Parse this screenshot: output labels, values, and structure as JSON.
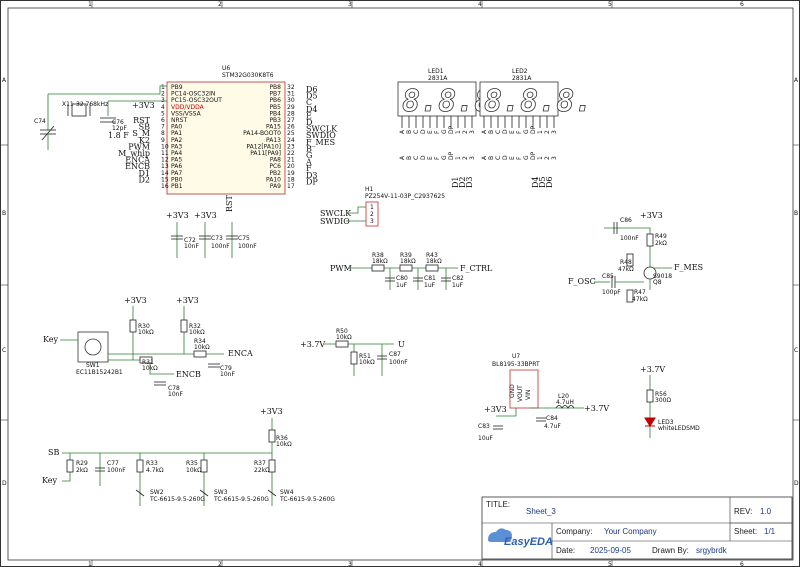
{
  "ruler": {
    "cols": [
      "1",
      "2",
      "3",
      "4",
      "5",
      "6"
    ],
    "rows": [
      "A",
      "B",
      "C",
      "D"
    ]
  },
  "u6": {
    "ref": "U6",
    "part": "STM32G030K8T6",
    "left_pins": [
      "PB9",
      "PC14-OSC32IN",
      "PC15-OSC32OUT",
      "VDD/VDDA",
      "VSS/VSSA",
      "NRST",
      "PA0",
      "PA1",
      "PA2",
      "PA3",
      "PA4",
      "PA5",
      "PA6",
      "PA7",
      "PB0",
      "PB1"
    ],
    "left_nums": [
      "1",
      "2",
      "3",
      "4",
      "5",
      "6",
      "7",
      "8",
      "9",
      "10",
      "11",
      "12",
      "13",
      "14",
      "15",
      "16"
    ],
    "right_pins": [
      "PB8",
      "PB7",
      "PB6",
      "PB5",
      "PB4",
      "PB3",
      "PA15",
      "PA14-BOOT0",
      "PA13",
      "PA12[PA10]",
      "PA11[PA9]",
      "PA8",
      "PC6",
      "PB2",
      "PA10",
      "PA9"
    ],
    "right_nums": [
      "32",
      "31",
      "30",
      "29",
      "28",
      "27",
      "26",
      "25",
      "24",
      "23",
      "22",
      "21",
      "20",
      "19",
      "18",
      "17"
    ],
    "left_nets": [
      "RST",
      "SB",
      "S_M",
      "K2",
      "PWM",
      "M_whip",
      "ENCA",
      "ENCB",
      "D1",
      "D2"
    ],
    "right_nets": [
      "D6",
      "D5",
      "C",
      "D4",
      "E",
      "D",
      "SWCLK",
      "SWDIO",
      "F_MES",
      "B",
      "G",
      "A",
      "F",
      "D3",
      "DP"
    ],
    "vdd_net": "+3V3"
  },
  "x11": {
    "ref": "X11",
    "value": "32.768kHz"
  },
  "c74": {
    "ref": "C74"
  },
  "c76": {
    "ref": "C76",
    "value": "12pF",
    "alt": "1.8 F"
  },
  "leds": [
    {
      "ref": "LED1",
      "part": "2831A",
      "digits": "8.8.8."
    },
    {
      "ref": "LED2",
      "part": "2831A",
      "digits": "8.8.8."
    }
  ],
  "led_pins": [
    "A",
    "B",
    "C",
    "D",
    "E",
    "F",
    "G",
    "DP",
    "1",
    "2",
    "3"
  ],
  "led_nets_bottom": [
    "D1",
    "D2",
    "D3",
    "D4",
    "D5",
    "D6"
  ],
  "h1": {
    "ref": "H1",
    "part": "PZ254V-11-03P_C2937625",
    "nets": [
      "SWCLK",
      "SWDIO"
    ],
    "pins": [
      "1",
      "2",
      "3"
    ]
  },
  "decoupling": [
    {
      "net": "+3V3",
      "ref": "C72",
      "value": "10nF"
    },
    {
      "net": "+3V3",
      "ref": "C73",
      "value": "100nF"
    },
    {
      "net": "RST",
      "ref": "C75",
      "value": "100nF"
    }
  ],
  "filter": {
    "in_net": "PWM",
    "out_net": "F_CTRL",
    "resistors": [
      {
        "ref": "R38",
        "value": "18kΩ"
      },
      {
        "ref": "R39",
        "value": "18kΩ"
      },
      {
        "ref": "R43",
        "value": "18kΩ"
      }
    ],
    "caps": [
      {
        "ref": "C80",
        "value": "1uF"
      },
      {
        "ref": "C81",
        "value": "1uF"
      },
      {
        "ref": "C82",
        "value": "1uF"
      }
    ]
  },
  "osc": {
    "net_vcc": "+3V3",
    "c86": {
      "ref": "C86",
      "value": "100nF"
    },
    "r49": {
      "ref": "R49",
      "value": "2kΩ"
    },
    "r48": {
      "ref": "R48",
      "value": "47kΩ"
    },
    "r47": {
      "ref": "R47",
      "value": "47kΩ"
    },
    "c85": {
      "ref": "C85",
      "value": "100pF"
    },
    "q": {
      "ref": "Q8",
      "part": "S9018"
    },
    "in_net": "F_OSC",
    "out_net": "F_MES"
  },
  "encoder": {
    "vcc": "+3V3",
    "r30": {
      "ref": "R30",
      "value": "10kΩ"
    },
    "r32": {
      "ref": "R32",
      "value": "10kΩ"
    },
    "r31": {
      "ref": "R31",
      "value": "10kΩ"
    },
    "r34": {
      "ref": "R34",
      "value": "10kΩ"
    },
    "c78": {
      "ref": "C78",
      "value": "10nF"
    },
    "c79": {
      "ref": "C79",
      "value": "10nF"
    },
    "sw": {
      "ref": "SW1",
      "part": "EC11B15242B1"
    },
    "key_net": "Key",
    "enca": "ENCA",
    "encb": "ENCB"
  },
  "divider": {
    "in_net": "+3.7V",
    "out_net": "U",
    "r50": {
      "ref": "R50",
      "value": "10kΩ"
    },
    "r51": {
      "ref": "R51",
      "value": "10kΩ"
    },
    "c87": {
      "ref": "C87",
      "value": "100nF"
    }
  },
  "boost": {
    "u7": {
      "ref": "U7",
      "part": "BL8195-33BPRT"
    },
    "pins": [
      "GND",
      "VOUT",
      "VIN"
    ],
    "in_net": "+3V3",
    "out_net": "+3.7V",
    "l20": {
      "ref": "L20",
      "value": "4.7uH"
    },
    "c83": {
      "ref": "C83",
      "value": "10uF"
    },
    "c84": {
      "ref": "C84",
      "value": "4.7uF"
    }
  },
  "led3": {
    "net": "+3.7V",
    "r56": {
      "ref": "R56",
      "value": "300Ω"
    },
    "ref": "LED3",
    "part": "whiteLEDSMD"
  },
  "buttons": {
    "sb_net": "SB",
    "key_net": "Key",
    "vcc": "+3V3",
    "r29": {
      "ref": "R29",
      "value": "2kΩ"
    },
    "c77": {
      "ref": "C77",
      "value": "100nF"
    },
    "r33": {
      "ref": "R33",
      "value": "4.7kΩ"
    },
    "r35": {
      "ref": "R35",
      "value": "10kΩ"
    },
    "r37": {
      "ref": "R37",
      "value": "22kΩ"
    },
    "r36": {
      "ref": "R36",
      "value": "10kΩ"
    },
    "sws": [
      {
        "ref": "SW2",
        "part": "TC-6615-9.5-260G"
      },
      {
        "ref": "SW3",
        "part": "TC-6615-9.5-260G"
      },
      {
        "ref": "SW4",
        "part": "TC-6615-9.5-260G"
      }
    ]
  },
  "titleblock": {
    "title_label": "TITLE:",
    "title": "Sheet_3",
    "rev_label": "REV:",
    "rev": "1.0",
    "company_label": "Company:",
    "company": "Your Company",
    "sheet_label": "Sheet:",
    "sheet": "1/1",
    "date_label": "Date:",
    "date": "2025-09-05",
    "drawn_label": "Drawn By:",
    "drawn": "srgybrdk",
    "logo": "EasyEDA"
  },
  "colors": {
    "wire": "#2e7d32",
    "pin_red": "#c00000",
    "frame": "#333333",
    "brand": "#1a3a8a"
  }
}
